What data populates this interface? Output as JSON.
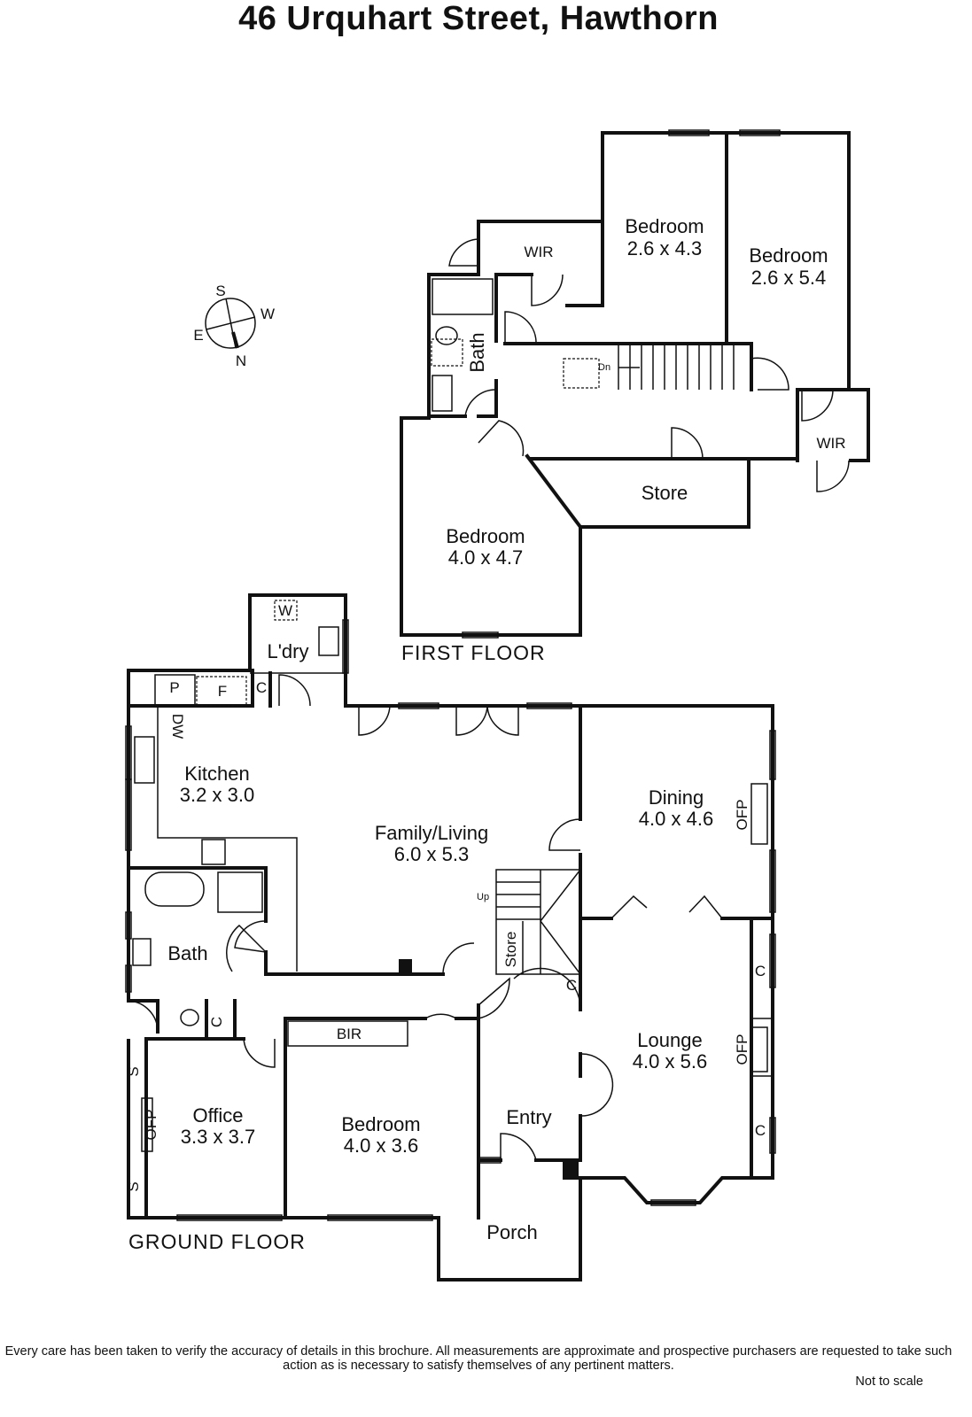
{
  "title": "46 Urquhart Street, Hawthorn",
  "compass": {
    "n": "N",
    "s": "S",
    "e": "E",
    "w": "W"
  },
  "first_floor": {
    "label": "FIRST FLOOR",
    "rooms": {
      "bedroom1": {
        "name": "Bedroom",
        "size": "2.6 x 4.3"
      },
      "bedroom2": {
        "name": "Bedroom",
        "size": "2.6 x 5.4"
      },
      "bedroom3": {
        "name": "Bedroom",
        "size": "4.0 x 4.7"
      },
      "wir1": "WIR",
      "wir2": "WIR",
      "bath": "Bath",
      "store": "Store",
      "stairs_dn": "Dn"
    }
  },
  "ground_floor": {
    "label": "GROUND FLOOR",
    "rooms": {
      "kitchen": {
        "name": "Kitchen",
        "size": "3.2 x 3.0"
      },
      "family": {
        "name": "Family/Living",
        "size": "6.0 x 5.3"
      },
      "dining": {
        "name": "Dining",
        "size": "4.0 x 4.6"
      },
      "lounge": {
        "name": "Lounge",
        "size": "4.0 x 5.6"
      },
      "office": {
        "name": "Office",
        "size": "3.3 x 3.7"
      },
      "bedroom": {
        "name": "Bedroom",
        "size": "4.0 x 3.6"
      },
      "bath": "Bath",
      "laundry": "L'dry",
      "entry": "Entry",
      "porch": "Porch",
      "bir": "BIR",
      "store": "Store",
      "stairs_up": "Up"
    },
    "fixtures": {
      "pantry": "P",
      "fridge": "F",
      "cupboard": "C",
      "dishwasher": "DW",
      "washer": "W",
      "fireplace": "OFP",
      "shelves": "S"
    }
  },
  "disclaimer": "Every care has been taken to verify the accuracy of details in this brochure.  All measurements are approximate and prospective purchasers are requested to take such action as is necessary to satisfy themselves of any pertinent matters.",
  "not_to_scale": "Not to scale"
}
